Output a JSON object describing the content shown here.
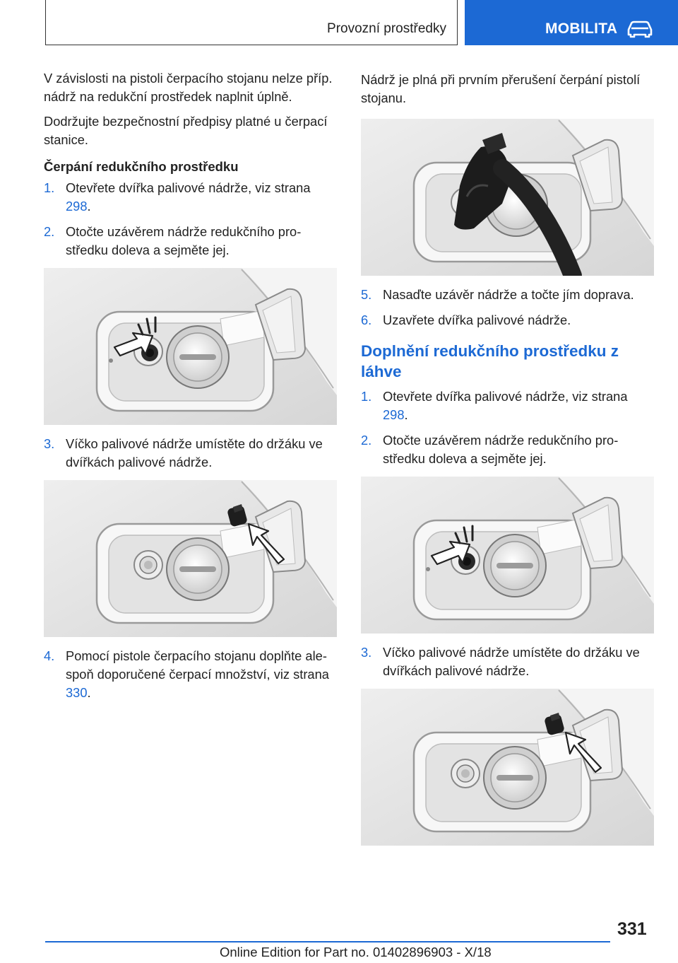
{
  "header": {
    "section_title": "Provozní prostředky",
    "chapter_label": "MOBILITA",
    "chapter_icon": "car-icon",
    "accent_color": "#1c69d4"
  },
  "left_column": {
    "intro_1": "V závislosti na pistoli čerpacího stojanu nelze příp. nádrž na redukční prostředek naplnit úplně.",
    "intro_2": "Dodržujte bezpečnostní předpisy platné u čer­pací stanice.",
    "subheading": "Čerpání redukčního prostředku",
    "steps": [
      {
        "num": "1.",
        "text": "Otevřete dvířka palivové nádrže, viz strana ",
        "link": "298",
        "after": "."
      },
      {
        "num": "2.",
        "text": "Otočte uzávěrem nádrže redukčního pro­středku doleva a sejměte jej."
      },
      {
        "num": "3.",
        "text": "Víčko palivové nádrže umístěte do držáku ve dvířkách palivové nádrže."
      },
      {
        "num": "4.",
        "text": "Pomocí pistole čerpacího stojanu doplňte ale­spoň doporučené čerpací množství, viz strana ",
        "link": "330",
        "after": "."
      }
    ]
  },
  "right_column": {
    "intro": "Nádrž je plná při prvním přerušení čerpání pi­stolí stojanu.",
    "steps_a": [
      {
        "num": "5.",
        "text": "Nasaďte uzávěr nádrže a točte jím doprava."
      },
      {
        "num": "6.",
        "text": "Uzavřete dvířka palivové nádrže."
      }
    ],
    "section_heading": "Doplnění redukčního prostředku z láhve",
    "steps_b": [
      {
        "num": "1.",
        "text": "Otevřete dvířka palivové nádrže, viz strana ",
        "link": "298",
        "after": "."
      },
      {
        "num": "2.",
        "text": "Otočte uzávěrem nádrže redukčního pro­středku doleva a sejměte jej."
      },
      {
        "num": "3.",
        "text": "Víčko palivové nádrže umístěte do držáku ve dvířkách palivové nádrže."
      }
    ]
  },
  "footer": {
    "page_number": "331",
    "edition_text": "Online Edition for Part no. 01402896903 - X/18"
  }
}
